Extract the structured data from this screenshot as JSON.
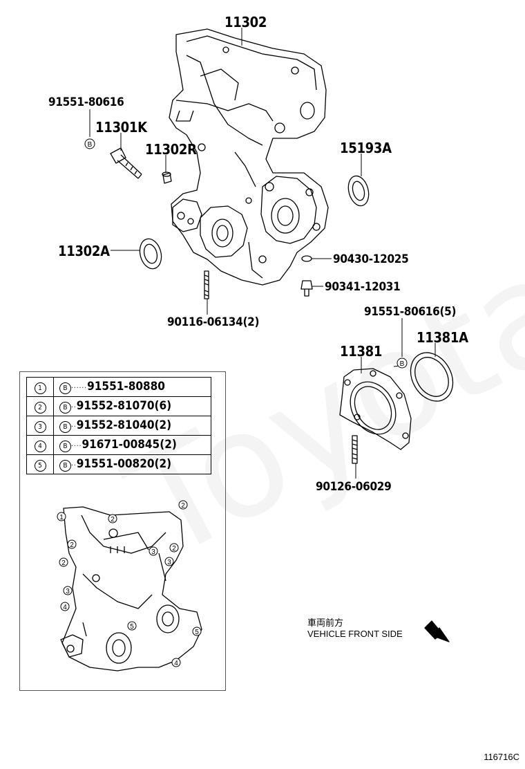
{
  "parts": {
    "cover": "11302",
    "bolt_ref": "91551-80616",
    "bolt": "11301K",
    "plug": "11302R",
    "oil_seal_right": "15193A",
    "oil_seal_left": "11302A",
    "gasket": "90430-12025",
    "drain_plug": "90341-12031",
    "stud_front": "90116-06134(2)",
    "bolt_retainer": "91551-80616(5)",
    "retainer": "11381",
    "rear_seal": "11381A",
    "stud_rear": "90126-06029"
  },
  "legend": [
    {
      "num": "1",
      "sym": "B",
      "part": "91551-80880"
    },
    {
      "num": "2",
      "sym": "B",
      "part": "91552-81070(6)"
    },
    {
      "num": "3",
      "sym": "B",
      "part": "91552-81040(2)"
    },
    {
      "num": "4",
      "sym": "B",
      "part": "91671-00845(2)"
    },
    {
      "num": "5",
      "sym": "B",
      "part": "91551-00820(2)"
    }
  ],
  "direction": {
    "jp": "車両前方",
    "en": "VEHICLE FRONT SIDE"
  },
  "watermark": "ToyotaC",
  "figure_code": "116716C",
  "bolt_symbol": "B",
  "callouts": [
    "1",
    "2",
    "2",
    "2",
    "2",
    "2",
    "3",
    "3",
    "3",
    "4",
    "4",
    "5",
    "5"
  ]
}
